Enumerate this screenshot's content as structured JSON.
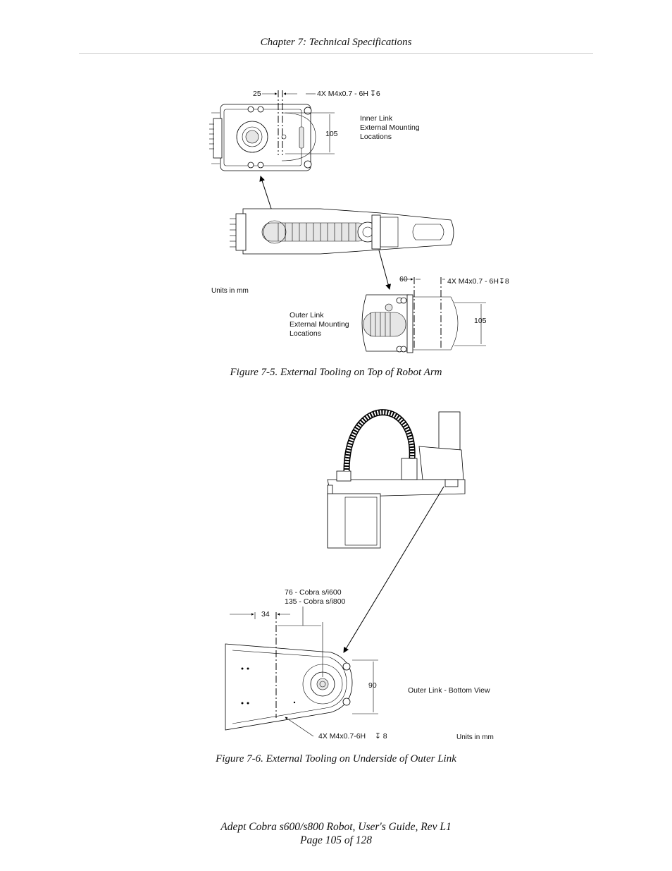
{
  "header": {
    "chapter": "Chapter 7: Technical Specifications"
  },
  "figure5": {
    "caption": "Figure 7-5. External Tooling on Top of Robot Arm",
    "units": "Units in mm",
    "inner_dim_25": "25",
    "inner_thread": "4X M4x0.7 - 6H",
    "inner_depth": "6",
    "inner_dim_105": "105",
    "inner_label": [
      "Inner Link",
      "External Mounting",
      "Locations"
    ],
    "outer_dim_60": "60",
    "outer_thread": "4X M4x0.7 - 6H",
    "outer_depth": "8",
    "outer_dim_105": "105",
    "outer_label": [
      "Outer Link",
      "External Mounting",
      "Locations"
    ]
  },
  "figure6": {
    "caption": "Figure 7-6. External Tooling on Underside of Outer Link",
    "note_i600": "76 - Cobra s/i600",
    "note_i800": "135 - Cobra s/i800",
    "dim_34": "34",
    "dim_90": "90",
    "view_label": "Outer Link - Bottom View",
    "thread": "4X M4x0.7-6H",
    "depth": "8",
    "units": "Units in mm"
  },
  "footer": {
    "line1": "Adept Cobra s600/s800 Robot, User's Guide, Rev L1",
    "line2": "Page 105 of 128"
  }
}
